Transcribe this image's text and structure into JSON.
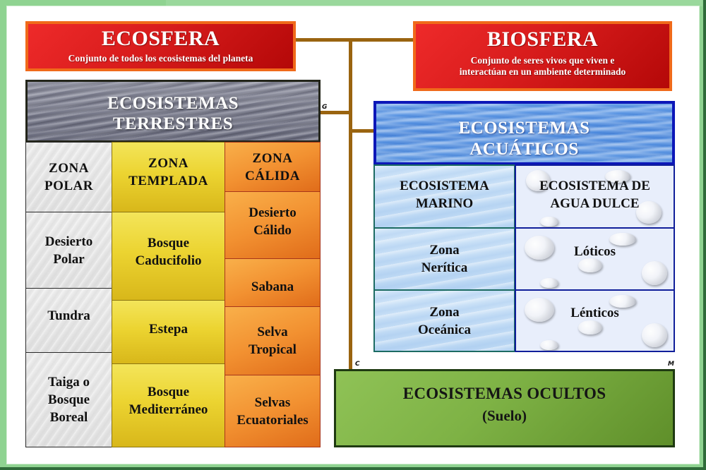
{
  "colors": {
    "frame_green": "#8fd391",
    "red_box": "#d81c1c",
    "red_box_border": "#f06a1a",
    "connector": "#9a6410",
    "terrestres_border": "#23251a",
    "polar_bg": "#e8e8e8",
    "templada_bg": "#ecd431",
    "calida_bg": "#f29131",
    "aquatic_border": "#0c17b8",
    "marine_border": "#1c6b62",
    "ocultos_bg": "#7eb245"
  },
  "ecosfera": {
    "title": "ECOSFERA",
    "subtitle": "Conjunto de todos los ecosistemas del planeta"
  },
  "biosfera": {
    "title": "BIOSFERA",
    "subtitle_line1": "Conjunto de seres vivos que viven e",
    "subtitle_line2": "interactúan en un ambiente determinado"
  },
  "terrestres": {
    "header_line1": "ECOSISTEMAS",
    "header_line2": "TERRESTRES",
    "columns": [
      {
        "header": [
          "ZONA",
          "POLAR"
        ],
        "items": [
          [
            "Desierto",
            "Polar"
          ],
          [
            "Tundra"
          ],
          [
            "Taiga o",
            "Bosque",
            "Boreal"
          ]
        ]
      },
      {
        "header": [
          "ZONA",
          "TEMPLADA"
        ],
        "items": [
          [
            "Bosque",
            "Caducifolio"
          ],
          [
            "Estepa"
          ],
          [
            "Bosque",
            "Mediterráneo"
          ]
        ]
      },
      {
        "header": [
          "ZONA",
          "CÁLIDA"
        ],
        "items": [
          [
            "Desierto",
            "Cálido"
          ],
          [
            "Sabana"
          ],
          [
            "Selva",
            "Tropical"
          ],
          [
            "Selvas",
            "Ecuatoriales"
          ]
        ]
      }
    ]
  },
  "acuaticos": {
    "header_line1": "ECOSISTEMAS",
    "header_line2": "ACUÁTICOS",
    "columns": [
      {
        "header": [
          "ECOSISTEMA",
          "MARINO"
        ],
        "items": [
          [
            "Zona",
            "Nerítica"
          ],
          [
            "Zona",
            "Oceánica"
          ]
        ]
      },
      {
        "header": [
          "ECOSISTEMA DE",
          "AGUA DULCE"
        ],
        "items": [
          [
            "Lóticos"
          ],
          [
            "Lénticos"
          ]
        ]
      }
    ]
  },
  "ocultos": {
    "title": "ECOSISTEMAS OCULTOS",
    "subtitle": "(Suelo)"
  },
  "markers": {
    "g": "G",
    "c": "C",
    "m": "M"
  }
}
